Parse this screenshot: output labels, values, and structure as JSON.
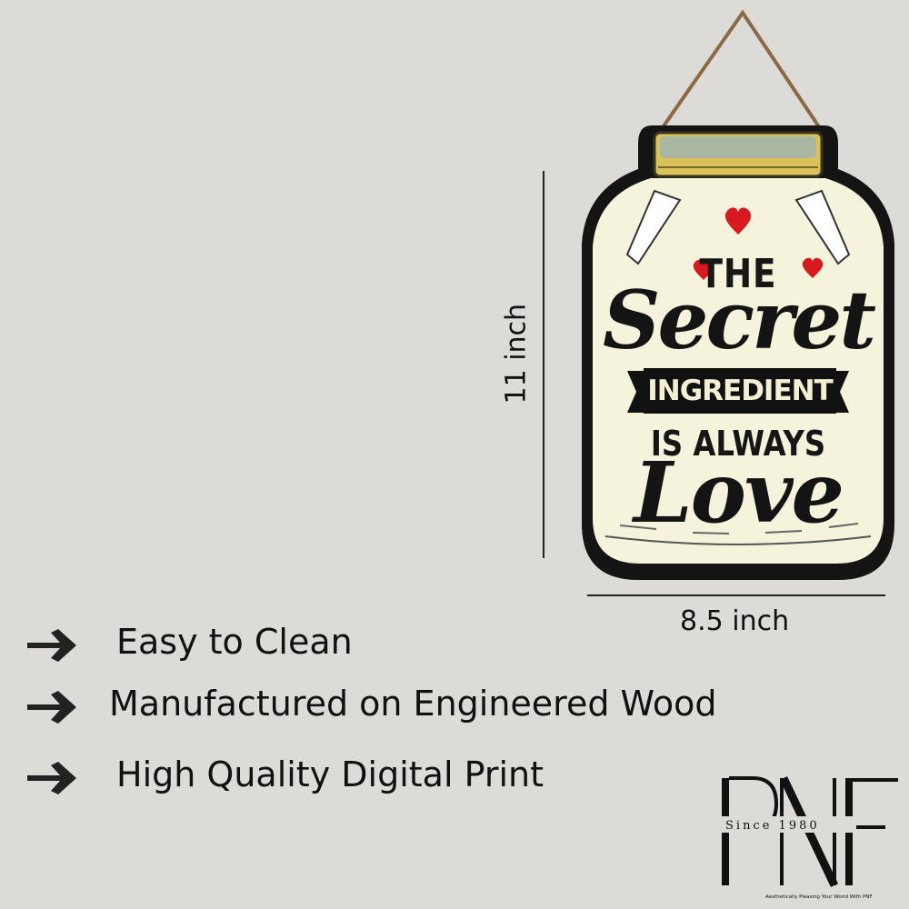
{
  "sign": {
    "line1": "THE",
    "line2": "Secret",
    "line3": "INGREDIENT",
    "line4": "IS ALWAYS",
    "line5": "Love"
  },
  "dimensions": {
    "height_label": "11 inch",
    "width_label": "8.5 inch"
  },
  "features": [
    {
      "label": "Easy to Clean",
      "icon": "arrow-right-icon"
    },
    {
      "label": "Manufactured on Engineered Wood",
      "icon": "arrow-right-icon"
    },
    {
      "label": "High Quality Digital Print",
      "icon": "arrow-right-icon"
    }
  ],
  "logo": {
    "mark": "PNF",
    "since": "Since 1980",
    "tagline": "Aesthetically Pleasing Your World With PNF"
  },
  "colors": {
    "background": "#dcdbd7",
    "jar_fill": "#f5f3dc",
    "jar_outline": "#141414",
    "lid": "#d9c25a",
    "heart": "#d71920",
    "text": "#111111"
  }
}
